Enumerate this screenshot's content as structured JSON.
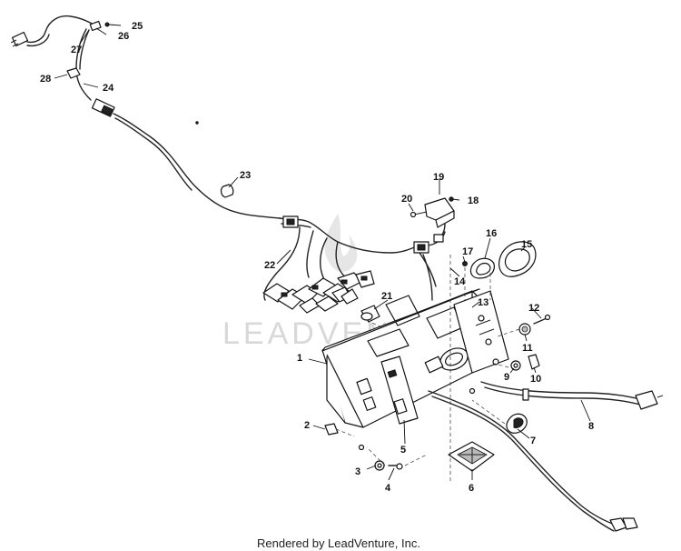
{
  "watermark": "LEADVENTURE",
  "footer": "Rendered by LeadVenture, Inc.",
  "callouts": {
    "n1": "1",
    "n2": "2",
    "n3": "3",
    "n4": "4",
    "n5": "5",
    "n6": "6",
    "n7": "7",
    "n8": "8",
    "n9": "9",
    "n10": "10",
    "n11": "11",
    "n12": "12",
    "n13": "13",
    "n14": "14",
    "n15": "15",
    "n16": "16",
    "n17": "17",
    "n18": "18",
    "n19": "19",
    "n20": "20",
    "n21": "21",
    "n22": "22",
    "n23": "23",
    "n24": "24",
    "n25": "25",
    "n26": "26",
    "n27": "27",
    "n28": "28"
  }
}
